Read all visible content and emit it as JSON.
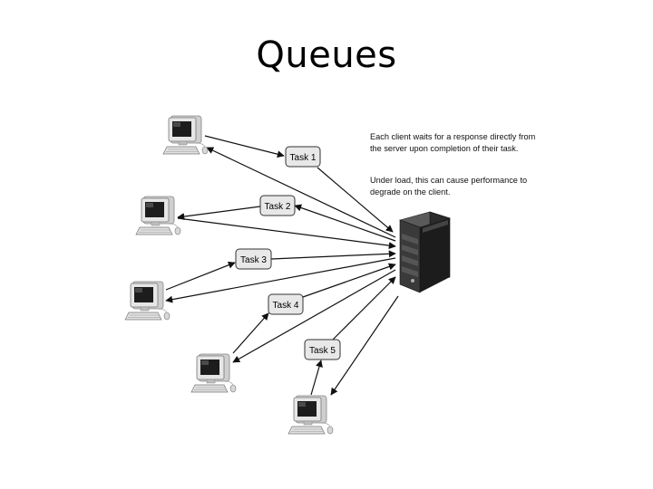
{
  "title": "Queues",
  "description": {
    "paragraph1": "Each client waits for a response directly from the server upon completion of their task.",
    "paragraph2": "Under load, this can cause performance to degrade on the client."
  },
  "tasks": [
    "Task 1",
    "Task 2",
    "Task 3",
    "Task 4",
    "Task 5"
  ],
  "colors": {
    "task_box_fill": "#e8e8e8",
    "task_box_stroke": "#333333",
    "server_body": "#2b2b2b",
    "line": "#111111"
  }
}
